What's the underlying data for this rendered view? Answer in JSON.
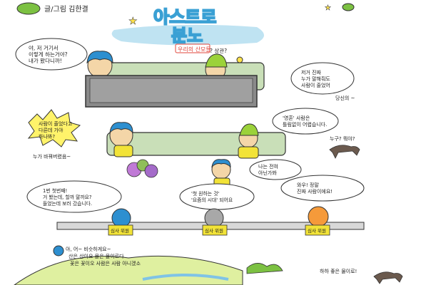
{
  "header": {
    "author": "글/그림 김한결",
    "title_line1": "아스트로",
    "title_line2": "분노",
    "subtitle": "우리의 산모들"
  },
  "panel1": {
    "bubble_left": [
      "야, 저 거기서",
      "이렇게 하는거야?",
      "내가 봤다니까!"
    ],
    "bubble_small": "? 상관?",
    "bubble_right": [
      "저거 진짜",
      "누가 말해줘도",
      "사람이 줄었어"
    ],
    "aside": "당신의 ~"
  },
  "panel2": {
    "burst": [
      "사람이 줄었다고",
      "다른데 가야",
      "하나봐?"
    ],
    "bubble_right": [
      "'영혼' 사람은",
      "틀림없이 어렵습니다."
    ],
    "aside_dog": "누구? 뭐야?"
  },
  "panel3": {
    "aside_top": "누가 바꿔버렸음~",
    "bubble_right": [
      "나는 전혀",
      "아닌가봐"
    ]
  },
  "panel4": {
    "bubble_left": [
      "1번 첫번째!",
      "거 봤는데, 할까 말까요?",
      "들었는데 보러 갔습니다."
    ],
    "bubble_mid": [
      "'첫 원하는 것'",
      "'요즘의 시대' 되어요"
    ],
    "bubble_right": [
      "와우! 정말",
      "진짜 사람이에요!"
    ],
    "label_a": "심사 위원",
    "label_b": "심사 위원",
    "label_c": "심사 위원"
  },
  "panel5": {
    "caption": [
      "아, 어~ 비슷하게요~",
      "산은 산이요 물은 물이로다",
      "꽃은 꽃이오 사람은 사람 아니겠소"
    ],
    "aside_dog": "하하 좋은 물이로!"
  }
}
